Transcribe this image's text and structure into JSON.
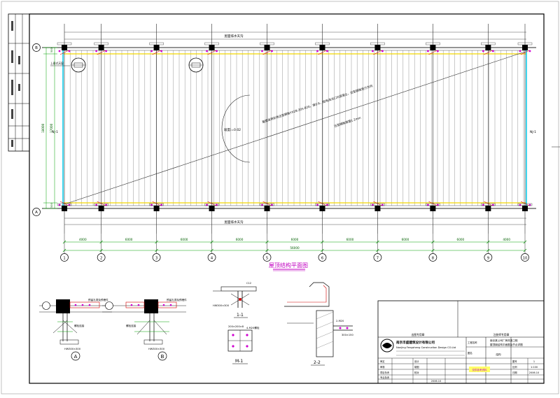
{
  "colors": {
    "frame": "#000000",
    "gridline": "#2a2a2a",
    "joist": "#888888",
    "beam_yellow": "#f2d600",
    "edge_cyan": "#00c8e8",
    "dimension_green": "#00a000",
    "dimension_text": "#006000",
    "column_fill": "#000000",
    "bolt_magenta": "#d000d0",
    "annotation_red": "#d00000",
    "title_magenta": "#c000c0",
    "highlight_yellow": "#ffff66"
  },
  "plan": {
    "title": "屋顶结构平面图",
    "row_axis_top": "B",
    "row_axis_bottom": "A",
    "column_axes": [
      "1",
      "2",
      "3",
      "4",
      "5",
      "6",
      "7",
      "8",
      "9",
      "10"
    ],
    "bay_widths": [
      4000,
      6000,
      6000,
      6000,
      6000,
      6000,
      6000,
      6000,
      4000
    ],
    "bay_labels": [
      "4000",
      "6000",
      "6000",
      "6000",
      "6000",
      "6000",
      "6000",
      "6000",
      "4000"
    ],
    "total_length_label": "56000",
    "overall_depth_label": "18000",
    "inner_depth_label": "17000",
    "edge_dim_top": "500",
    "edge_dim_bottom": "500",
    "side_label_left": "NJ-1",
    "side_label_right": "NJ-1",
    "gutter_top": "屋面排水天沟",
    "gutter_bottom": "屋面排水天沟",
    "diagonal_note_1": "屋面采用彩色压型钢板YX28-205-820，厚0.6，现场浇注C20混凝土，压型钢板受力方向",
    "diagonal_note_2": "压型钢板厚度1.2mm",
    "slope_note": "坡度i=0.02",
    "left_callout": "上悬式天窗"
  },
  "details": [
    {
      "mark": "A",
      "note_top": "预留孔洞及预埋件",
      "note_side": "螺栓连接",
      "section": "HW300×300"
    },
    {
      "mark": "B",
      "note_top": "预留孔洞及预埋件",
      "note_side": "螺栓连接",
      "section": "HW300×300"
    },
    {
      "mark": "1-1",
      "note_top": "C12",
      "section": "HW300×300"
    },
    {
      "mark": "M-1",
      "note_top": "200×200×8",
      "note_side": "4-M20螺栓"
    },
    {
      "mark": "2-2",
      "note_top": "2-M20",
      "note_side": "300×150"
    }
  ],
  "title_block": {
    "company_cn": "南京丰盛建筑设计有限公司",
    "company_en": "Nanjing Fengsheng Construction Design CO.Ltd",
    "project_cn": "南京某公司厂房改造工程",
    "drawing_cn": "屋顶钢结构平面图及节点详图",
    "stamp_note": "仅供参考资料",
    "date": "2006.10",
    "sheet_no": "1",
    "scale": "1:100",
    "discipline": "结构",
    "issue_label_1": "出图专用章",
    "issue_label_2": "注册师专用章",
    "row_labels": [
      "审定",
      "审核",
      "项目负责",
      "专业负责",
      "设计",
      "制图",
      "校对"
    ],
    "signature_labels": [
      "工程名称",
      "图名",
      "图号",
      "比例",
      "日期"
    ]
  }
}
